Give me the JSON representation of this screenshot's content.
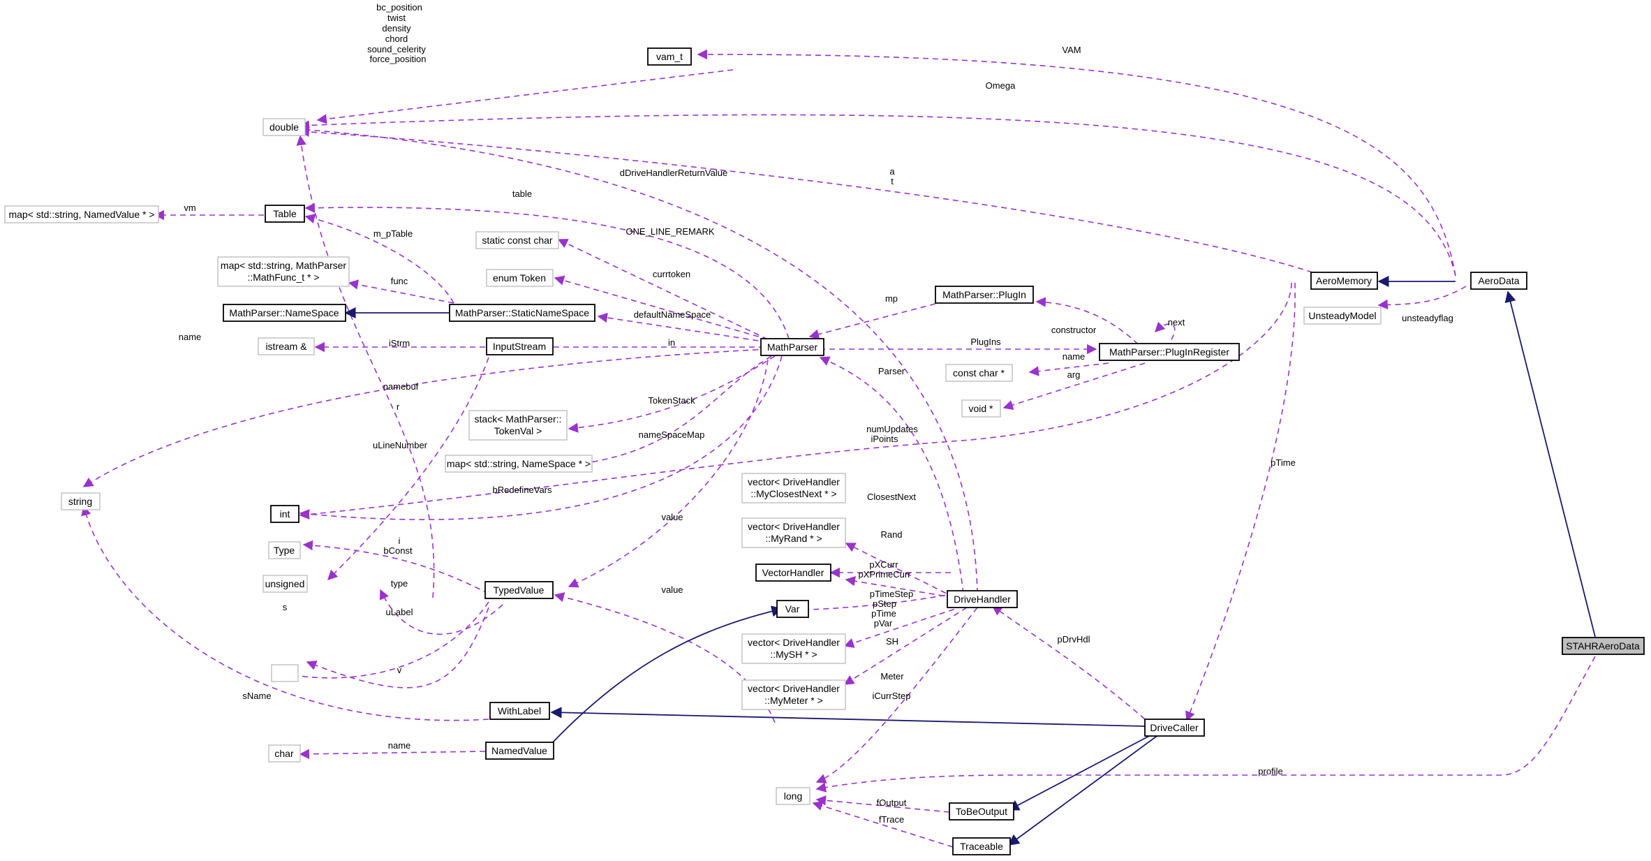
{
  "colors": {
    "use_edge": "#9a32cd",
    "inherit_edge": "#191970",
    "focus_fill": "#bfbfbf",
    "weak_border": "#bfbfbf"
  },
  "nodes": {
    "double": "double",
    "vam_t": "vam_t",
    "map_named_value": "map< std::string, NamedValue * >",
    "table": "Table",
    "static_const_char": "static const char",
    "enum_token": "enum Token",
    "map_math_func": [
      "map< std::string, MathParser",
      "::MathFunc_t * >"
    ],
    "namespace": "MathParser::NameSpace",
    "static_namespace": "MathParser::StaticNameSpace",
    "istream": "istream &",
    "input_stream": "InputStream",
    "math_parser": "MathParser",
    "plugin": "MathParser::PlugIn",
    "plugin_register": "MathParser::PlugInRegister",
    "const_char": "const char *",
    "void_ptr": "void *",
    "aero_memory": "AeroMemory",
    "aero_data": "AeroData",
    "unsteady_model": "UnsteadyModel",
    "token_stack": [
      "stack< MathParser::",
      "TokenVal >"
    ],
    "map_namespace": "map< std::string, NameSpace * >",
    "string": "string",
    "int": "int",
    "type": "Type",
    "unsigned": "unsigned",
    "typed_value": "TypedValue",
    "empty_node": "",
    "with_label": "WithLabel",
    "char": "char",
    "named_value": "NamedValue",
    "vec_closest": [
      "vector< DriveHandler",
      "::MyClosestNext * >"
    ],
    "vec_rand": [
      "vector< DriveHandler",
      "::MyRand * >"
    ],
    "vector_handler": "VectorHandler",
    "var": "Var",
    "drive_handler": "DriveHandler",
    "vec_sh": [
      "vector< DriveHandler",
      "::MySH * >"
    ],
    "vec_meter": [
      "vector< DriveHandler",
      "::MyMeter * >"
    ],
    "drive_caller": "DriveCaller",
    "long": "long",
    "to_be_output": "ToBeOutput",
    "traceable": "Traceable",
    "stahr_aero_data": "STAHRAeroData"
  },
  "labels": {
    "double_attrs": [
      "bc_position",
      "twist",
      "density",
      "chord",
      "sound_celerity",
      "force_position"
    ],
    "vam": "VAM",
    "omega": "Omega",
    "d_drive_handler_return_value": "dDriveHandlerReturnValue",
    "at": [
      "a",
      "t"
    ],
    "vm": "vm",
    "table": "table",
    "one_line_remark": "ONE_LINE_REMARK",
    "m_p_table": "m_pTable",
    "currtoken": "currtoken",
    "func": "func",
    "mp": "mp",
    "constructor": "constructor",
    "next": "next",
    "unsteadyflag": "unsteadyflag",
    "default_namespace": "defaultNameSpace",
    "name": "name",
    "i_strm": "iStrm",
    "in": "in",
    "plugins": "PlugIns",
    "arg": "arg",
    "parser": "Parser",
    "namebuf": "namebuf",
    "r": "r",
    "token_stack": "TokenStack",
    "num_updates": [
      "numUpdates",
      "iPoints"
    ],
    "p_time": "pTime",
    "namespace_map": "nameSpaceMap",
    "u_line_number": "uLineNumber",
    "b_redefine_vars": "bRedefineVars",
    "closest_next": "ClosestNext",
    "value": "value",
    "i_bconst": [
      "i",
      "bConst"
    ],
    "rand": "Rand",
    "type": "type",
    "p_x_curr": [
      "pXCurr",
      "pXPrimeCurr"
    ],
    "s": "s",
    "u_label": "uLabel",
    "p_time_step": [
      "pTimeStep",
      "pStep",
      "pTime",
      "pVar"
    ],
    "sh": "SH",
    "p_drv_hdl": "pDrvHdl",
    "v": "v",
    "meter": "Meter",
    "s_name": "sName",
    "i_curr_step": "iCurrStep",
    "profile": "profile",
    "f_output": "fOutput",
    "f_trace": "fTrace"
  }
}
